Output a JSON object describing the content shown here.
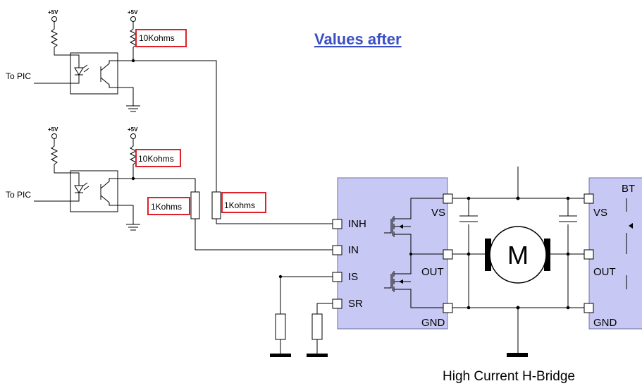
{
  "title": "Values after",
  "caption": "High Current H-Bridge",
  "supply_label": "+5V",
  "input_label": "To PIC",
  "pullup_value": "10Kohms",
  "series_resistor_value": "1Kohms",
  "motor_label": "M",
  "driver_left": {
    "pins_left": [
      "INH",
      "IN",
      "IS",
      "SR"
    ],
    "pins_right": [
      "VS",
      "OUT",
      "GND"
    ]
  },
  "driver_right": {
    "partial_label": "BT",
    "pins": [
      "VS",
      "OUT",
      "GND"
    ]
  },
  "colors": {
    "title": "#3a4fc4",
    "driver_fill": "#c8c8f4",
    "highlight_box": "#e0202a"
  }
}
